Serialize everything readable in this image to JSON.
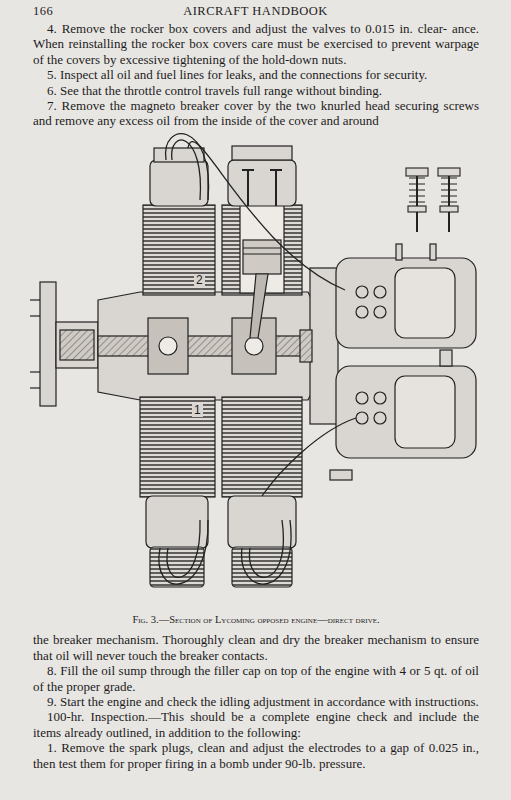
{
  "diagram": {
    "title": "AIRCRAFT HANDBOOK",
    "caption": "Fig. 3.—Section of Lycoming opposed engine—direct drive.",
    "labels": [
      "166",
      "4. Remove the rocker box covers and adjust the valves to 0.015 in. clear- ance. When reinstalling the rocker box covers care must be exercised to prevent warpage of the covers by excessive tightening of the hold-down nuts.",
      "5. Inspect all oil and fuel lines for leaks, and the connections for security.",
      "6. See that the throttle control travels full range without binding.",
      "7. Remove the magneto breaker cover by the two knurled head securing screws and remove any excess oil from the inside of the cover and around",
      "2",
      "1",
      "the breaker mechanism. Thoroughly clean and dry the breaker mechanism to ensure that oil will never touch the breaker contacts.",
      "8. Fill the oil sump through the filler cap on top of the engine with 4 or 5 qt. of oil of the proper grade.",
      "9. Start the engine and check the idling adjustment in accordance with instructions.",
      "100-hr. Inspection.—This should be a complete engine check and include the items already outlined, in addition to the following:",
      "1. Remove the spark plugs, clean and adjust the electrodes to a gap of 0.025 in., then test them for proper firing in a bomb under 90-lb. pressure."
    ]
  }
}
